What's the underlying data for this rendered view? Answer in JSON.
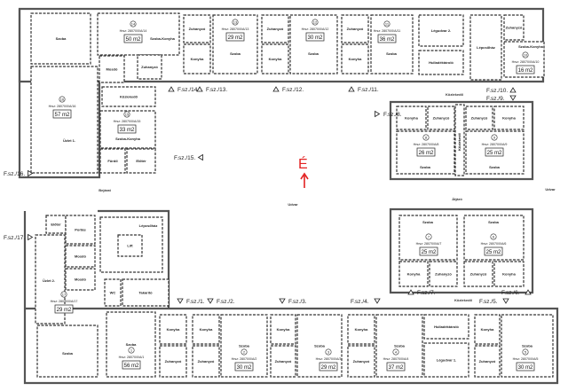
{
  "title": "Földszint alaprajz",
  "hrsz_prefix": "Hrsz: 28070/0/A/",
  "compass": {
    "label": "É",
    "color": "#e32222"
  },
  "rooms": [
    {
      "label": "Szoba"
    },
    {
      "label": "Szoba-Konyha"
    },
    {
      "label": "Mosdó"
    },
    {
      "label": "Zuhanyzó"
    },
    {
      "label": "Közlekedő"
    },
    {
      "label": "Üzlet 1."
    },
    {
      "label": "Szoba-Konyha"
    },
    {
      "label": "Fürdő"
    },
    {
      "label": "Előtér"
    },
    {
      "label": "Zuhanyzó"
    },
    {
      "label": "Konyha"
    },
    {
      "label": "Szoba"
    },
    {
      "label": "Zuhanyzó"
    },
    {
      "label": "Konyha"
    },
    {
      "label": "Szoba"
    },
    {
      "label": "Zuhanyzó"
    },
    {
      "label": "Konyha"
    },
    {
      "label": "Szoba"
    },
    {
      "label": "Légudvar 2."
    },
    {
      "label": "Hulladéktároló"
    },
    {
      "label": "Lépcsőház"
    },
    {
      "label": "Zuhanyzó"
    },
    {
      "label": "Szoba-Konyha"
    },
    {
      "label": "Konyha"
    },
    {
      "label": "Zuhanyzó"
    },
    {
      "label": "Szoba"
    },
    {
      "label": "Közlekedő"
    },
    {
      "label": "Zuhanyzó"
    },
    {
      "label": "Konyha"
    },
    {
      "label": "Szoba"
    },
    {
      "label": "Szoba"
    },
    {
      "label": "Konyha"
    },
    {
      "label": "Zuhanyzó"
    },
    {
      "label": "Szoba"
    },
    {
      "label": "Zuhanyzó"
    },
    {
      "label": "Konyha"
    },
    {
      "label": "Előtér"
    },
    {
      "label": "Portás"
    },
    {
      "label": "Mosdó"
    },
    {
      "label": "Mosdó"
    },
    {
      "label": "Üzlet 2."
    },
    {
      "label": "Lépcsőház"
    },
    {
      "label": "Lift"
    },
    {
      "label": "WC"
    },
    {
      "label": "Takarító"
    },
    {
      "label": "Szoba"
    },
    {
      "label": "Szoba"
    },
    {
      "label": "Konyha"
    },
    {
      "label": "Zuhanyzó"
    },
    {
      "label": "Konyha"
    },
    {
      "label": "Zuhanyzó"
    },
    {
      "label": "Szoba"
    },
    {
      "label": "Konyha"
    },
    {
      "label": "Zuhanyzó"
    },
    {
      "label": "Szoba"
    },
    {
      "label": "Konyha"
    },
    {
      "label": "Zuhanyzó"
    },
    {
      "label": "Szoba"
    },
    {
      "label": "Hulladéktároló"
    },
    {
      "label": "Légudvar 1."
    },
    {
      "label": "Konyha"
    },
    {
      "label": "Zuhanyzó"
    },
    {
      "label": "Szoba"
    }
  ],
  "units": [
    {
      "num": "14",
      "area": "50 m2"
    },
    {
      "num": "13",
      "area": "29 m2"
    },
    {
      "num": "12",
      "area": "30 m2"
    },
    {
      "num": "11",
      "area": "36 m2"
    },
    {
      "num": "10",
      "area": "16 m2"
    },
    {
      "num": "16",
      "area": "57 m2"
    },
    {
      "num": "15",
      "area": "33 m2"
    },
    {
      "num": "8",
      "area": "26 m2"
    },
    {
      "num": "9",
      "area": "25 m2"
    },
    {
      "num": "7",
      "area": "25 m2"
    },
    {
      "num": "6",
      "area": "25 m2"
    },
    {
      "num": "17",
      "area": "29 m2"
    },
    {
      "num": "1",
      "area": "56 m2"
    },
    {
      "num": "2",
      "area": "30 m2"
    },
    {
      "num": "3",
      "area": "29 m2"
    },
    {
      "num": "4",
      "area": "37 m2"
    },
    {
      "num": "5",
      "area": "30 m2"
    }
  ],
  "open_areas": [
    {
      "label": "Udvar"
    },
    {
      "label": "Udvar"
    },
    {
      "label": "Bejárat"
    },
    {
      "label": "Átjáró"
    },
    {
      "label": "Közlekedő"
    },
    {
      "label": "Közlekedő"
    }
  ],
  "entrances": [
    {
      "label": "F.sz./14."
    },
    {
      "label": "F.sz./13."
    },
    {
      "label": "F.sz./12."
    },
    {
      "label": "F.sz./11."
    },
    {
      "label": "F.sz./10."
    },
    {
      "label": "F.sz./9."
    },
    {
      "label": "F.sz./8."
    },
    {
      "label": "F.sz./15."
    },
    {
      "label": "F.sz./16."
    },
    {
      "label": "F.sz./17."
    },
    {
      "label": "F.sz./1."
    },
    {
      "label": "F.sz./2."
    },
    {
      "label": "F.sz./3."
    },
    {
      "label": "F.sz./4."
    },
    {
      "label": "F.sz./5."
    },
    {
      "label": "F.sz./7."
    },
    {
      "label": "F.sz./6."
    }
  ]
}
